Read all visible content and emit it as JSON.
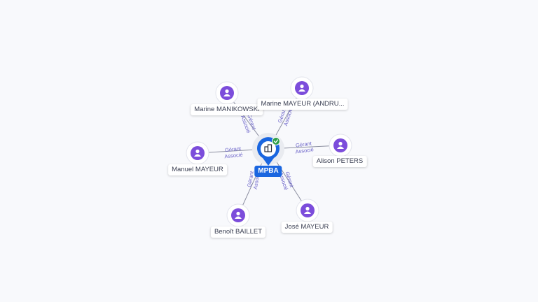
{
  "company": {
    "name": "MPBA",
    "icon": "building-icon",
    "status_icon": "check-icon",
    "accent_color": "#1a66e0",
    "status_color": "#2e9e4a"
  },
  "person_icon": "person-icon",
  "person_color": "#7c4ddb",
  "edge_color": "#8c8fa0",
  "edge_label_color": "#6b63c9",
  "people": [
    {
      "name": "Marine MANIKOWSKI",
      "role1": "Gérant",
      "role2": "Associé"
    },
    {
      "name": "Marine MAYEUR (ANDRU...",
      "role1": "Gérant",
      "role2": "Associé"
    },
    {
      "name": "Manuel MAYEUR",
      "role1": "Gérant",
      "role2": "Associé"
    },
    {
      "name": "Alison PETERS",
      "role1": "Gérant",
      "role2": "Associé"
    },
    {
      "name": "Benoît BAILLET",
      "role1": "Gérant",
      "role2": "Associé"
    },
    {
      "name": "José MAYEUR",
      "role1": "Gérant",
      "role2": "Associé"
    }
  ]
}
